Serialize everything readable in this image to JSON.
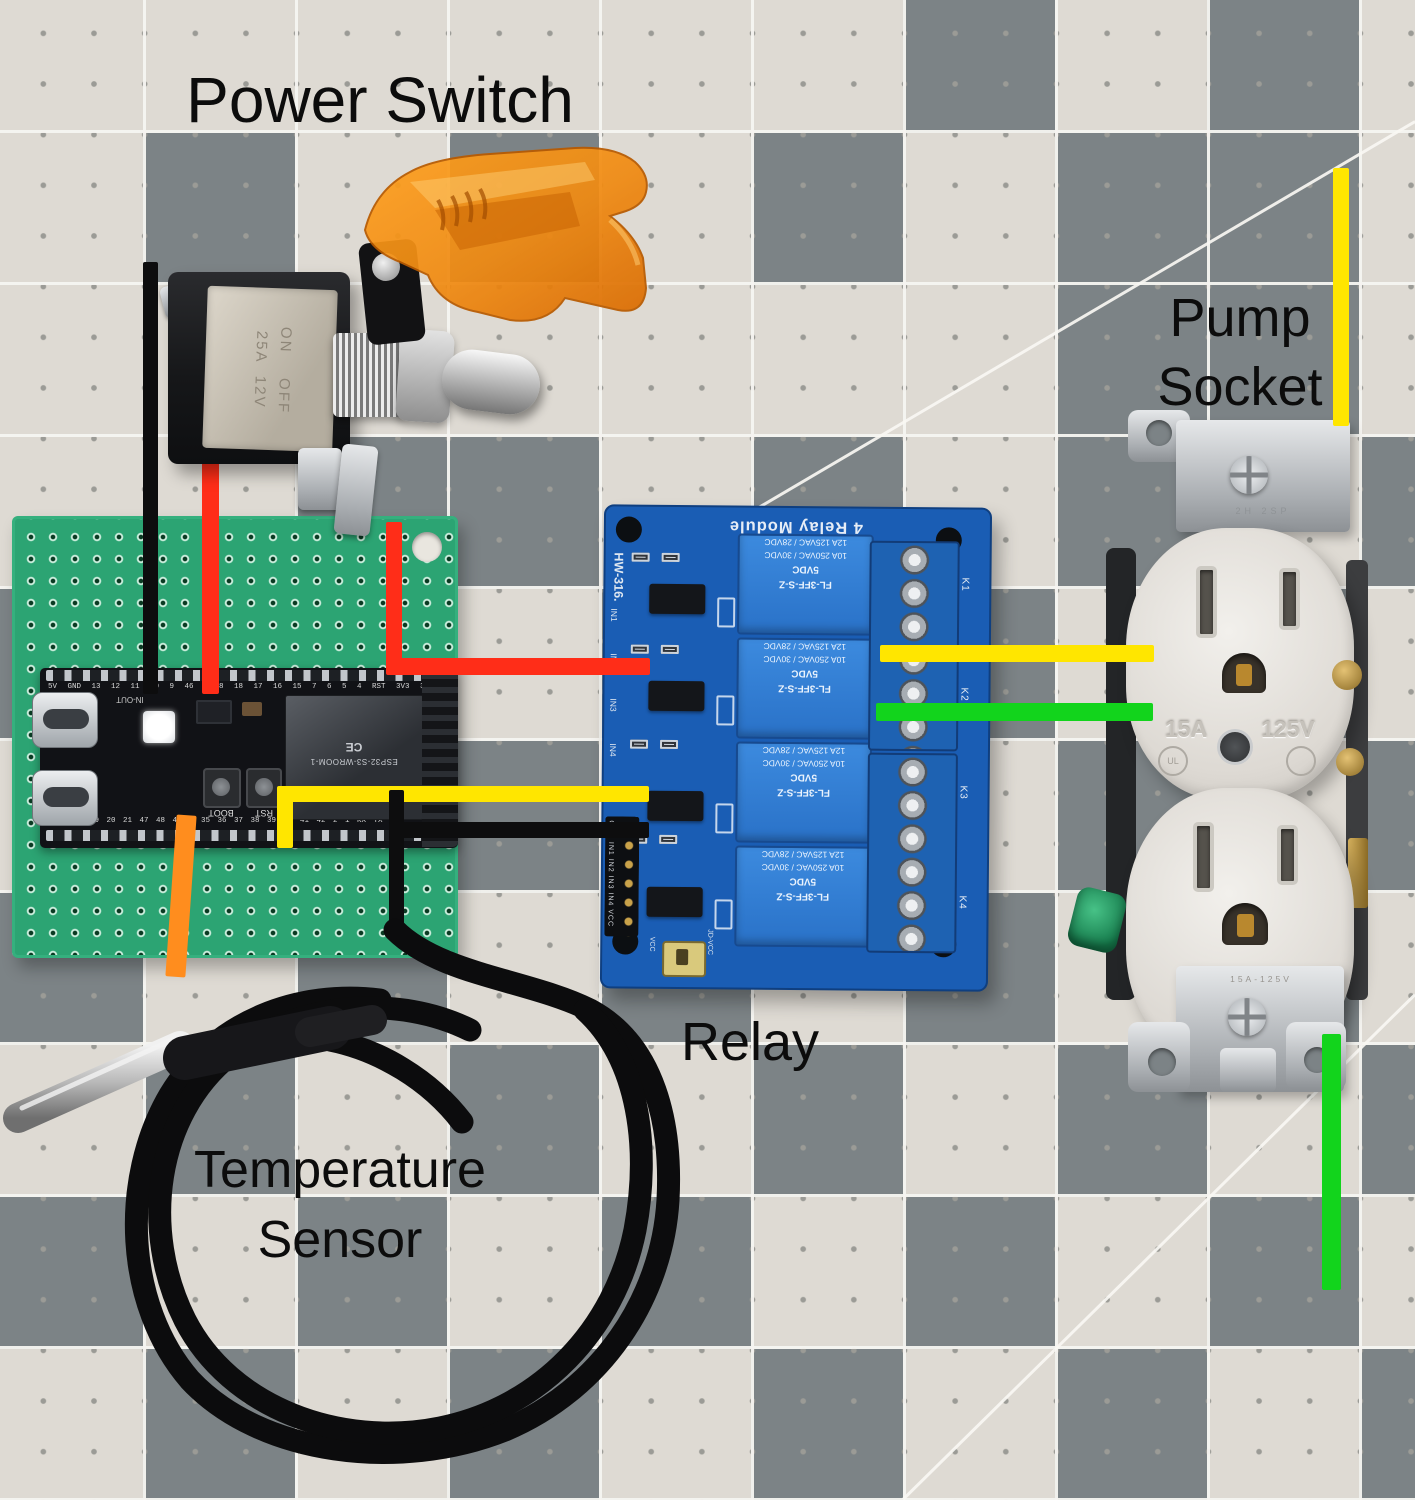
{
  "labels": {
    "power_switch": "Power Switch",
    "pump_socket": [
      "Pump",
      "Socket"
    ],
    "relay": "Relay",
    "temperature_sensor": [
      "Temperature",
      "Sensor"
    ]
  },
  "colors": {
    "wire_red": "#ff2d18",
    "wire_yellow": "#ffe600",
    "wire_green": "#12d41c",
    "wire_orange": "#ff8d1e",
    "wire_black": "#0d0d0e",
    "mat_dark": "#7c8386",
    "mat_light": "#dedad3",
    "pcb_green": "#2ca473",
    "relay_board_blue": "#1a5db4",
    "switch_cover_orange": "#f08a12",
    "outlet_white": "#eceae6"
  },
  "power_switch": {
    "on": "ON",
    "off": "OFF",
    "amps": "25A",
    "volts": "12V"
  },
  "esp32": {
    "top_pins": "5V GND 13 12 11 10 9 46 3 8 18 17 16 15 7 6 5 4 RST 3V3 3V3",
    "bottom_pins": "GND GND 19 20 21 47 48 45 0 35 36 37 38 39 40 41 42 2 1 RX TX GND",
    "boot": "BOOT",
    "rst": "RST",
    "led_label": "IN-OUT",
    "module": "ESP32-S3-WROOM-1",
    "ce": "CE"
  },
  "relay": {
    "title": "4 Relay Module",
    "model": "HW-316.",
    "inputs": [
      "IN1",
      "IN2",
      "IN3",
      "IN4"
    ],
    "channels": [
      "K1",
      "K2",
      "K3",
      "K4"
    ],
    "header": "GND IN1 IN2 IN3 IN4 VCC",
    "jumper": "JD-VCC",
    "vcc": "VCC",
    "cube_lines": [
      "FL-3FF-S-Z",
      "5VDC",
      "10A 250VAC / 30VDC",
      "12A 125VAC / 28VDC"
    ]
  },
  "outlet": {
    "amps": "15A",
    "volts": "125V",
    "ul": "UL",
    "strap_stamp": "2H 2SP",
    "lower_stamp": "15A-125V"
  }
}
